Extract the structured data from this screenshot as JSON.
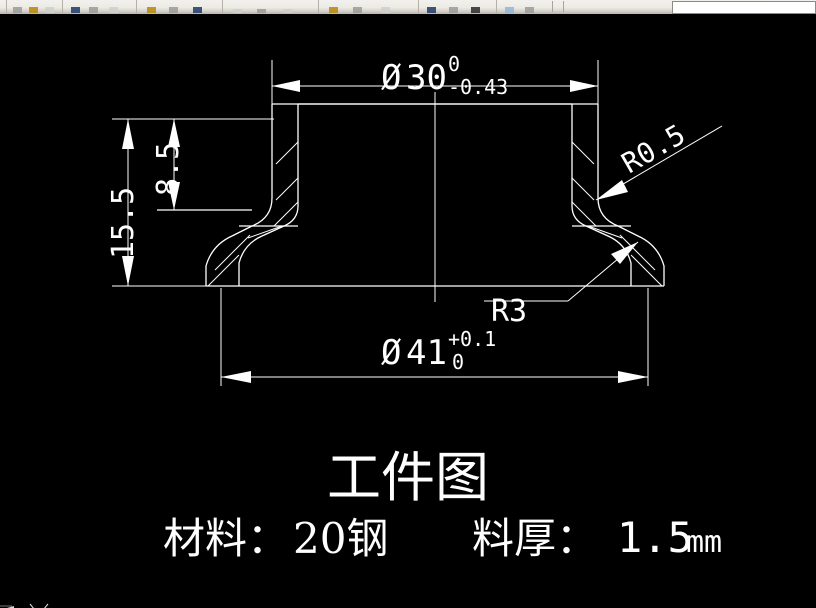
{
  "window": {
    "background_color": "#000000",
    "drawing_color": "#ffffff"
  },
  "toolbar": {
    "present": true,
    "description": "truncated CAD toolbar strip",
    "combo_value": "",
    "icons": [
      "line-icon",
      "polyline-icon",
      "circle-icon",
      "arc-icon",
      "rectangle-icon",
      "hatch-icon",
      "dimension-icon",
      "text-icon",
      "layer-icon",
      "color-icon",
      "linetype-icon",
      "properties-icon",
      "block-icon",
      "insert-icon",
      "array-icon",
      "mirror-icon",
      "offset-icon",
      "trim-icon",
      "extend-icon",
      "fillet-icon"
    ]
  },
  "drawing": {
    "title": "工件图",
    "material_label": "材料：",
    "material_value": "20钢",
    "thickness_label": "料厚：",
    "thickness_value": "1.5",
    "thickness_unit": "mm",
    "dimensions": {
      "top_diameter": {
        "symbol": "Ø",
        "nominal": "30",
        "upper_tolerance": "0",
        "lower_tolerance": "-0.43"
      },
      "bottom_diameter": {
        "symbol": "Ø",
        "nominal": "41",
        "upper_tolerance": "+0.1",
        "lower_tolerance": "0"
      },
      "overall_height": "15.5",
      "inner_height": "8.5",
      "outer_radius": "R0.5",
      "inner_radius": "R3"
    }
  },
  "status": {
    "ucs_icon": "ucs-axis-icon",
    "crosshair_icon": "crosshair-cursor-icon"
  }
}
